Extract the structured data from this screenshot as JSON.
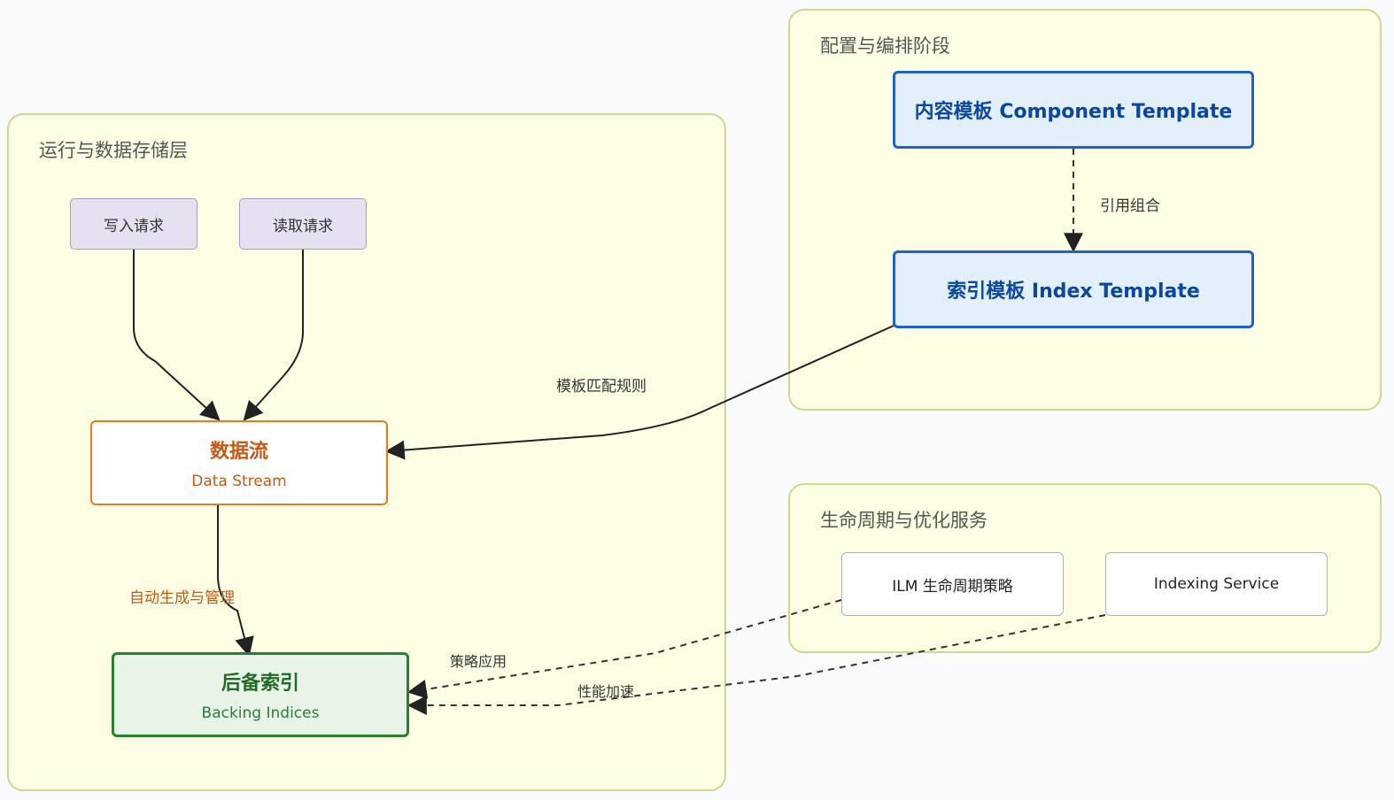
{
  "clusters": {
    "runtime": {
      "title": "运行与数据存储层"
    },
    "config": {
      "title": "配置与编排阶段"
    },
    "lifecycle": {
      "title": "生命周期与优化服务"
    }
  },
  "nodes": {
    "write_request": "写入请求",
    "read_request": "读取请求",
    "data_stream": {
      "main": "数据流",
      "sub": "Data Stream"
    },
    "backing_indices": {
      "main": "后备索引",
      "sub": "Backing Indices"
    },
    "component_template": "内容模板 Component Template",
    "index_template": "索引模板 Index Template",
    "ilm_policy": "ILM 生命周期策略",
    "indexing_service": "Indexing Service"
  },
  "edges": {
    "reference_combine": "引用组合",
    "template_match_rules": "模板匹配规则",
    "auto_generate_manage": "自动生成与管理",
    "policy_apply": "策略应用",
    "performance_accelerate": "性能加速"
  },
  "colors": {
    "cluster_fill": "#fefee4",
    "cluster_border": "#cfd68f",
    "accent_blue": "#1d63c5",
    "accent_orange": "#e87a22",
    "accent_green": "#2e7d32"
  }
}
